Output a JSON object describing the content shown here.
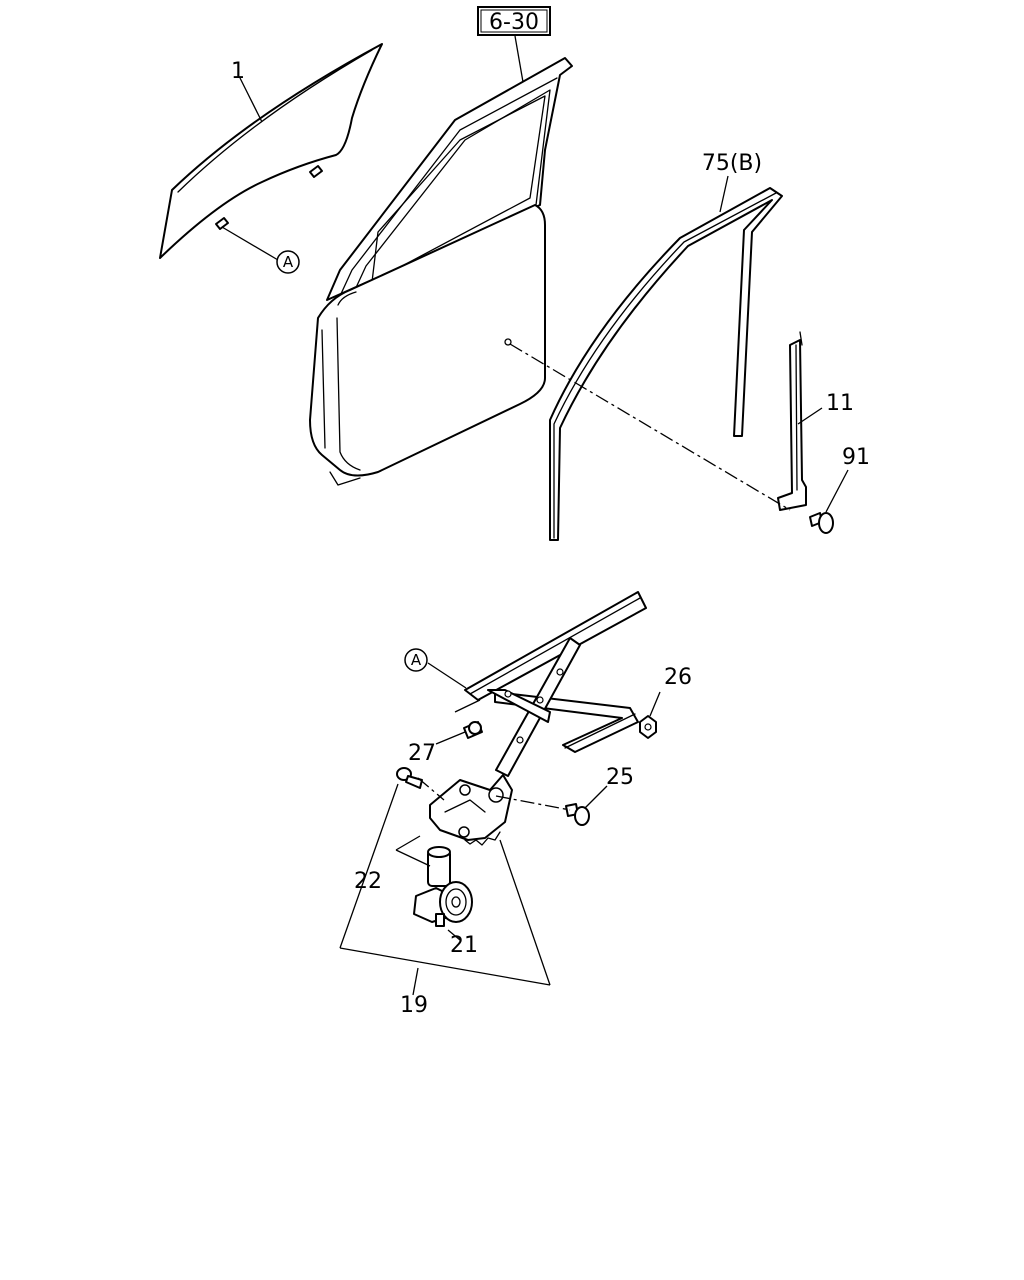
{
  "reference_box": "6-30",
  "callouts": {
    "c1": "1",
    "c75b": "75(B)",
    "c11": "11",
    "c91": "91",
    "c26": "26",
    "c27": "27",
    "c25": "25",
    "c22": "22",
    "c21": "21",
    "c19": "19"
  },
  "circled_refs": {
    "glass": "A",
    "regulator": "A"
  }
}
